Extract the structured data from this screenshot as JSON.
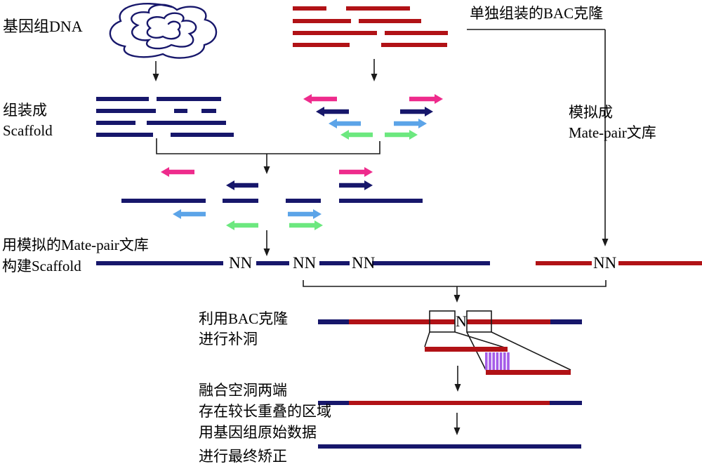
{
  "labels": {
    "genomic_dna": "基因组DNA",
    "bac_clones": "单独组装的BAC克隆",
    "assemble_line1": "组装成",
    "assemble_line2": "Scaffold",
    "simulate_line1": "模拟成",
    "simulate_line2": "Mate-pair文库",
    "build_scaffold_line1": "用模拟的Mate-pair文库",
    "build_scaffold_line2": "构建Scaffold",
    "bac_fill_line1": "利用BAC克隆",
    "bac_fill_line2": "进行补洞",
    "merge_line1": "融合空洞两端",
    "merge_line2": "存在较长重叠的区域",
    "final_line1": "用基因组原始数据",
    "final_line2": "进行最终矫正",
    "gap_marker": "NN",
    "n_marker": "N"
  },
  "colors": {
    "navy": "#17176b",
    "red": "#b11216",
    "pink": "#ee2b8c",
    "blue": "#5ca4e8",
    "green": "#6ce87f",
    "purple": "#a55ce8",
    "black": "#1a1a1a",
    "background": "#ffffff"
  }
}
